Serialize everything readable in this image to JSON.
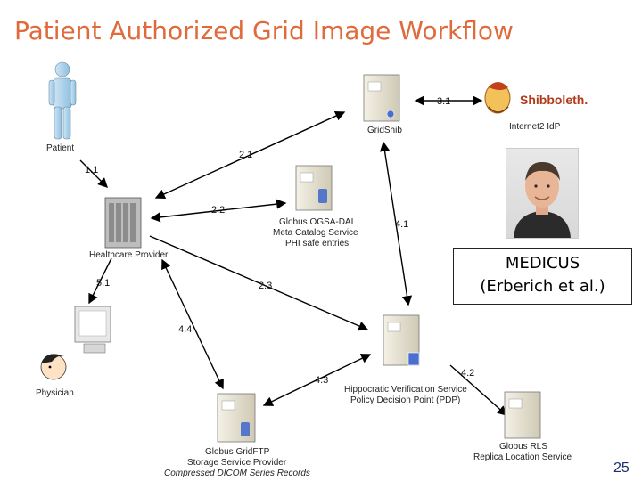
{
  "title": "Patient Authorized Grid Image Workflow",
  "nodes": {
    "patient": "Patient",
    "gridshib": "GridShib",
    "shibboleth_logo": "Shibboleth.",
    "internet2": "Internet2 IdP",
    "healthcare": "Healthcare Provider",
    "ogsa_1": "Globus OGSA-DAI",
    "ogsa_2": "Meta Catalog Service",
    "ogsa_3": "PHI safe entries",
    "physician": "Physician",
    "hippocratic_1": "Hippocratic Verification Service",
    "hippocratic_2": "Policy Decision Point (PDP)",
    "gridftp_1": "Globus GridFTP",
    "gridftp_2": "Storage Service Provider",
    "gridftp_3": "Compressed DICOM Series Records",
    "rls_1": "Globus RLS",
    "rls_2": "Replica Location Service"
  },
  "edges": {
    "e11": "1.1",
    "e21": "2.1",
    "e22": "2.2",
    "e23": "2.3",
    "e31": "3.1",
    "e41": "4.1",
    "e42": "4.2",
    "e43": "4.3",
    "e44": "4.4",
    "e51": "5.1"
  },
  "medicus": {
    "line1": "MEDICUS",
    "line2": "(Erberich et al.)"
  },
  "page_number": "25",
  "colors": {
    "title": "#e06a3c",
    "page_number": "#1b2f6b"
  }
}
